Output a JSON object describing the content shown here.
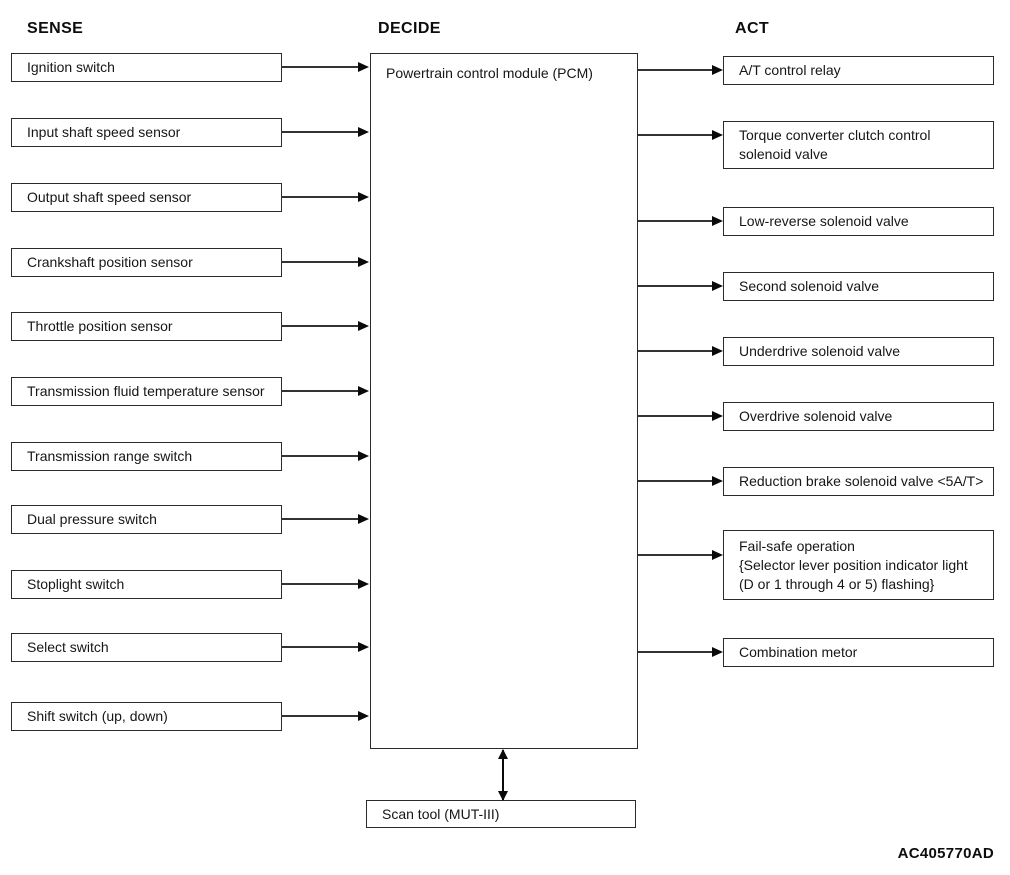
{
  "headings": {
    "sense": "SENSE",
    "decide": "DECIDE",
    "act": "ACT"
  },
  "sense": {
    "items": [
      "Ignition switch",
      "Input shaft speed sensor",
      "Output shaft speed sensor",
      "Crankshaft position sensor",
      "Throttle position sensor",
      "Transmission fluid temperature sensor",
      "Transmission range switch",
      "Dual pressure switch",
      "Stoplight switch",
      "Select switch",
      "Shift switch (up, down)"
    ]
  },
  "decide": {
    "pcm_label": "Powertrain control module (PCM)",
    "scan_tool_label": "Scan tool (MUT-III)"
  },
  "act": {
    "items": [
      "A/T control relay",
      "Torque converter clutch control\nsolenoid valve",
      "Low-reverse solenoid valve",
      "Second solenoid valve",
      "Underdrive solenoid valve",
      "Overdrive solenoid valve",
      "Reduction brake solenoid valve <5A/T>",
      "Fail-safe operation\n{Selector lever position indicator light\n(D or 1 through 4 or 5) flashing}",
      "Combination metor"
    ]
  },
  "edges": {
    "sense_to_pcm_arrows": 11,
    "pcm_to_act_arrows": 9,
    "pcm_scan_tool_link": "bidirectional"
  },
  "footer": {
    "figure_code": "AC405770AD"
  },
  "colors": {
    "ink": "#161616",
    "box_border": "#2b2b2b",
    "arrow": "#0a0a0a",
    "background": "#ffffff"
  }
}
